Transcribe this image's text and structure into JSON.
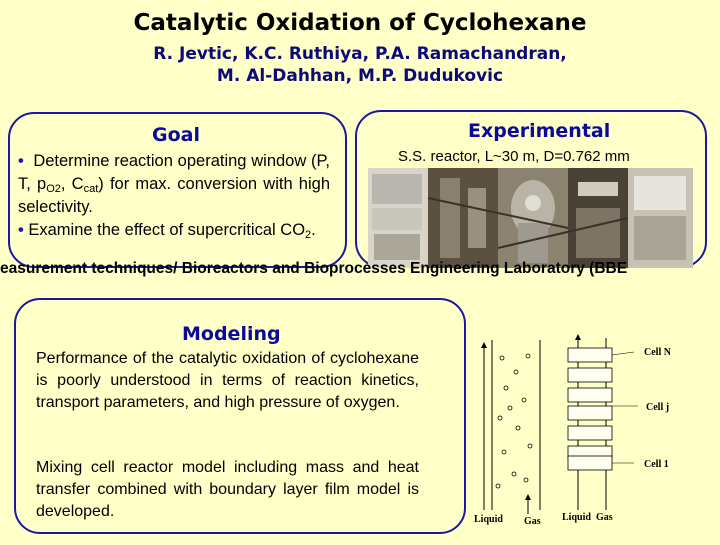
{
  "title": "Catalytic Oxidation of Cyclohexane",
  "authors_line1": "R. Jevtic, K.C. Ruthiya, P.A. Ramachandran,",
  "authors_line2": "M. Al-Dahhan, M.P. Dudukovic",
  "goal": {
    "heading": "Goal",
    "bullet": "•",
    "line1": "Determine reaction operating window (P, T, p",
    "sub1": "O2",
    "line1b": ", C",
    "sub2": "cat",
    "line1c": ") for max. conversion with high selectivity.",
    "line2": "Examine the effect of supercritical CO",
    "sub3": "2",
    "line2b": "."
  },
  "experimental": {
    "heading": "Experimental",
    "caption": "S.S. reactor, L~30 m, D=0.762 mm"
  },
  "banner": "easurement techniques/ Bioreactors and Bioprocesses Engineering Laboratory (BBE",
  "modeling": {
    "heading": "Modeling",
    "paragraph1": "Performance of the catalytic oxidation of cyclohexane is poorly understood in terms of reaction kinetics, transport parameters, and high pressure of oxygen.",
    "paragraph2": "Mixing cell reactor model including mass and heat transfer combined with boundary layer film model is developed."
  },
  "diagram": {
    "cell_n": "Cell N",
    "cell_j": "Cell j",
    "cell_1": "Cell 1",
    "liquid_left": "Liquid",
    "gas_left": "Gas",
    "liquid_right": "Liquid",
    "gas_right": "Gas"
  },
  "colors": {
    "background": "#ffffc8",
    "heading_blue": "#0a0a9a",
    "author_blue": "#0a0a7a",
    "panel_border": "#1a1aa0"
  }
}
